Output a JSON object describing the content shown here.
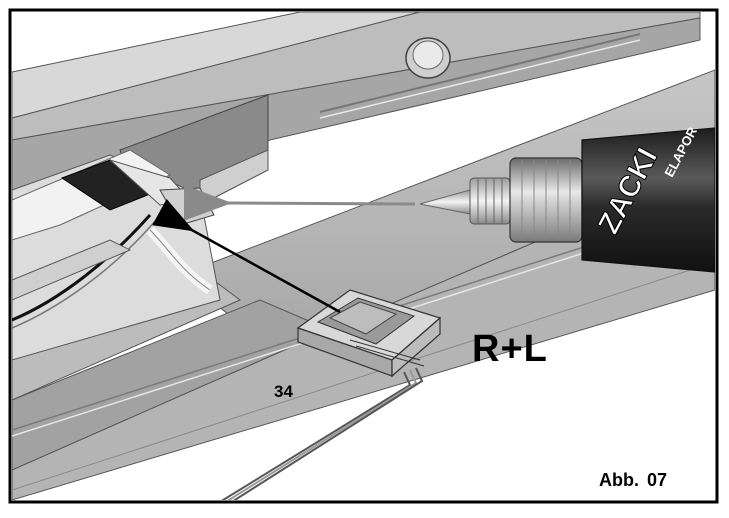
{
  "labels": {
    "side": "R+L",
    "part_number": "34",
    "figure": "Abb. 07"
  },
  "glue_tube": {
    "brand_text": "ZACKI",
    "sub_text": "ELAPOR"
  },
  "colors": {
    "frame": "#000000",
    "part_grey": "#9a9a9a",
    "part_light": "#d4d4d4",
    "tube_dark": "#2c2c2c",
    "arrow_grey": "#8a8a8a",
    "arrow_black": "#000000"
  }
}
